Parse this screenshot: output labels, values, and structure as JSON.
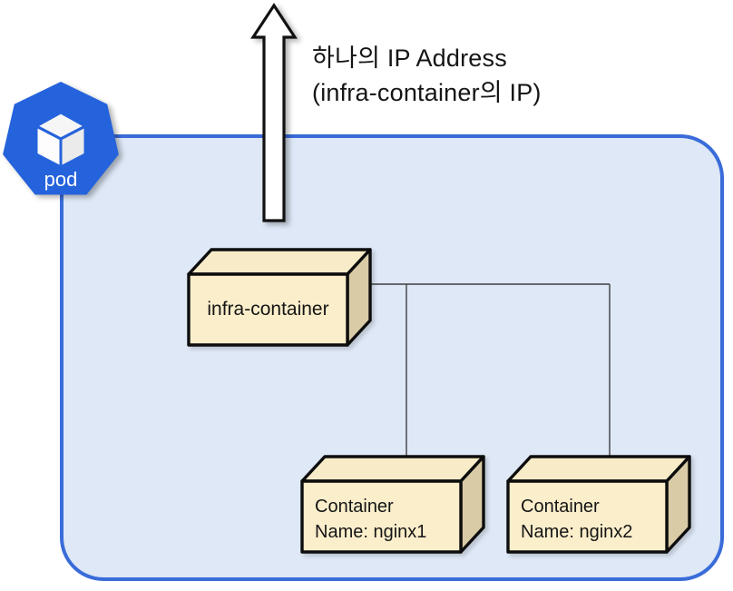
{
  "annotation": {
    "line1": "하나의 IP Address",
    "line2": "(infra-container의 IP)"
  },
  "pod": {
    "icon_label": "pod",
    "icon": "kubernetes-heptagon-with-cube"
  },
  "containers": {
    "infra": {
      "label": "infra-container"
    },
    "nginx1": {
      "line1": "Container",
      "line2": "Name: nginx1"
    },
    "nginx2": {
      "line1": "Container",
      "line2": "Name: nginx2"
    }
  },
  "icons": {
    "up_arrow": "upward-arrow"
  },
  "colors": {
    "pod_fill": "#DEE8F6",
    "pod_border": "#3A6CD9",
    "pod_icon_blue": "#2563DC",
    "box_front": "#FBEECB",
    "box_top": "#F8ECC8",
    "box_side": "#D8CBA6",
    "box_outline": "#0D0D0D",
    "connector": "#3F3F3F",
    "arrow_fill": "#FFFFFF",
    "text": "#151515"
  }
}
